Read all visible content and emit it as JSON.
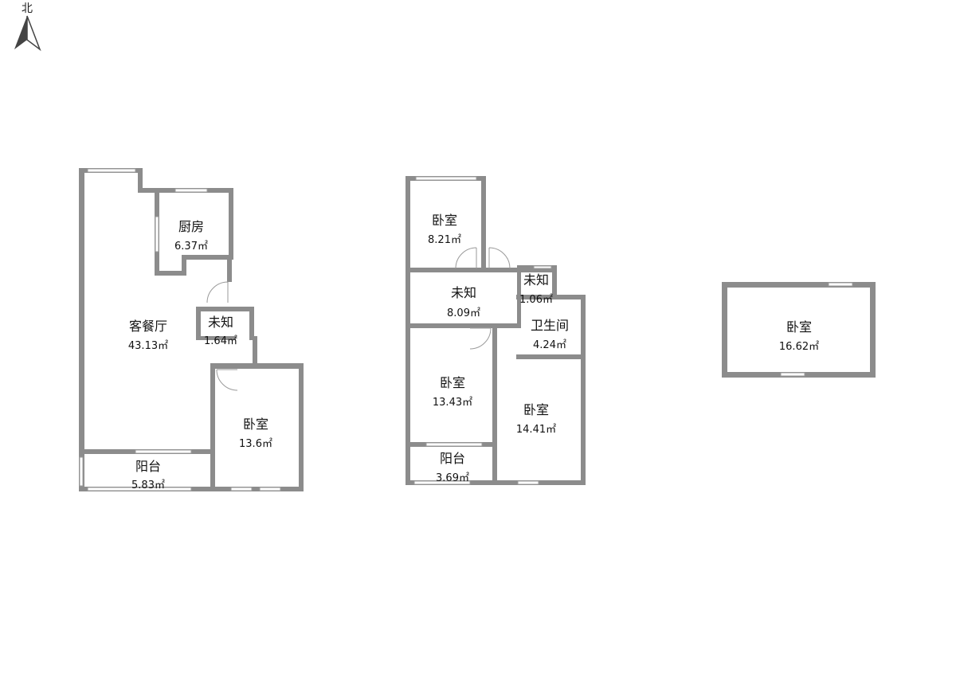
{
  "compass": {
    "label": "北"
  },
  "rooms": {
    "living_dining": {
      "name": "客餐厅",
      "area": "43.13㎡"
    },
    "kitchen": {
      "name": "厨房",
      "area": "6.37㎡"
    },
    "unknown_1": {
      "name": "未知",
      "area": "1.64㎡"
    },
    "bedroom_1": {
      "name": "卧室",
      "area": "13.6㎡"
    },
    "balcony_1": {
      "name": "阳台",
      "area": "5.83㎡"
    },
    "bedroom_2": {
      "name": "卧室",
      "area": "8.21㎡"
    },
    "unknown_2": {
      "name": "未知",
      "area": "8.09㎡"
    },
    "unknown_3": {
      "name": "未知",
      "area": "1.06㎡"
    },
    "bathroom": {
      "name": "卫生间",
      "area": "4.24㎡"
    },
    "bedroom_3": {
      "name": "卧室",
      "area": "13.43㎡"
    },
    "bedroom_4": {
      "name": "卧室",
      "area": "14.41㎡"
    },
    "balcony_2": {
      "name": "阳台",
      "area": "3.69㎡"
    },
    "bedroom_5": {
      "name": "卧室",
      "area": "16.62㎡"
    }
  }
}
